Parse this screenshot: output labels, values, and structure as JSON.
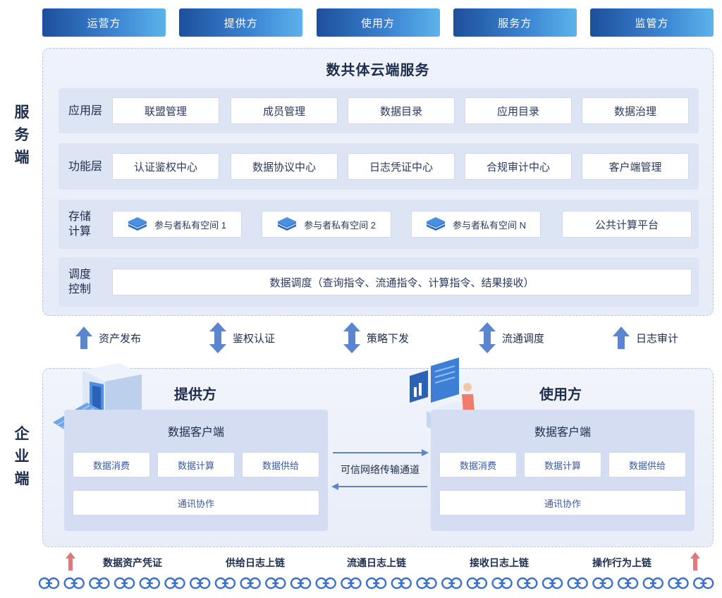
{
  "roles": [
    "运营方",
    "提供方",
    "使用方",
    "服务方",
    "监管方"
  ],
  "side_labels": {
    "service": [
      "服",
      "务",
      "端"
    ],
    "enterprise": [
      "企",
      "业",
      "端"
    ]
  },
  "service": {
    "title": "数共体云端服务",
    "application_layer": {
      "label": "应用层",
      "items": [
        "联盟管理",
        "成员管理",
        "数据目录",
        "应用目录",
        "数据治理"
      ]
    },
    "function_layer": {
      "label": "功能层",
      "items": [
        "认证鉴权中心",
        "数据协议中心",
        "日志凭证中心",
        "合规审计中心",
        "客户端管理"
      ]
    },
    "storage_layer": {
      "label_line1": "存储",
      "label_line2": "计算",
      "items": [
        "参与者私有空间 1",
        "参与者私有空间 2",
        "参与者私有空间 N"
      ],
      "public": "公共计算平台"
    },
    "schedule_layer": {
      "label_line1": "调度",
      "label_line2": "控制",
      "content": "数据调度（查询指令、流通指令、计算指令、结果接收）"
    }
  },
  "flows": [
    {
      "label": "资产发布",
      "icon": "arrow-up-icon"
    },
    {
      "label": "鉴权认证",
      "icon": "arrow-updown-icon"
    },
    {
      "label": "策略下发",
      "icon": "arrow-updown-icon"
    },
    {
      "label": "流通调度",
      "icon": "arrow-updown-icon"
    },
    {
      "label": "日志审计",
      "icon": "arrow-up-icon"
    }
  ],
  "enterprise": {
    "provider": {
      "title": "提供方",
      "client_title": "数据客户端",
      "buttons": [
        "数据消费",
        "数据计算",
        "数据供给"
      ],
      "comm": "通讯协作"
    },
    "consumer": {
      "title": "使用方",
      "client_title": "数据客户端",
      "buttons": [
        "数据消费",
        "数据计算",
        "数据供给"
      ],
      "comm": "通讯协作"
    },
    "channel": "可信网络传输通道"
  },
  "chain": {
    "labels": [
      "数据资产凭证",
      "供给日志上链",
      "流通日志上链",
      "接收日志上链",
      "操作行为上链"
    ]
  },
  "colors": {
    "accent": "#2f6fc2",
    "arrow_blue": "#5b86cf",
    "arrow_red": "#e3787a",
    "link_blue": "#3b6fc9"
  }
}
